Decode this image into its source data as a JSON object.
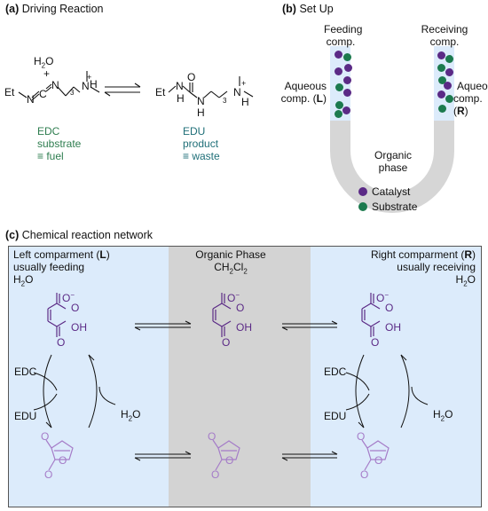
{
  "panel_a": {
    "tag": "(a)",
    "title": "Driving Reaction",
    "water": "H2O",
    "plus": "+",
    "edc_lines": [
      "EDC",
      "substrate",
      "≡ fuel"
    ],
    "edu_lines": [
      "EDU",
      "product",
      "≡ waste"
    ],
    "atoms": {
      "et": "Et",
      "n": "N",
      "c": "C",
      "o": "O",
      "h": "H",
      "three": "3",
      "plus_charge": "+"
    }
  },
  "panel_b": {
    "tag": "(b)",
    "title": "Set Up",
    "feeding": [
      "Feeding",
      "comp."
    ],
    "receiving": [
      "Receiving",
      "comp."
    ],
    "aqueous_left": [
      "Aqueous",
      "comp. (",
      "L",
      ")"
    ],
    "aqueous_right": [
      "Aqueous",
      "comp. (",
      "R",
      ")"
    ],
    "organic": [
      "Organic",
      "phase"
    ],
    "legend": [
      {
        "label": "Catalyst",
        "color": "#5b2a86"
      },
      {
        "label": "Substrate",
        "color": "#1c7a4e"
      }
    ]
  },
  "panel_c": {
    "tag": "(c)",
    "title": "Chemical reaction network",
    "left_header": [
      "Left comparment (",
      "L",
      ")",
      "usually feeding",
      "H2O"
    ],
    "middle_header": [
      "Organic Phase",
      "CH2Cl2"
    ],
    "right_header": [
      "Right comparment (",
      "R",
      ")",
      "usually receiving",
      "H2O"
    ],
    "edc": "EDC",
    "edu": "EDU",
    "water": "H2O",
    "colors": {
      "aqueous": "#dcebfb",
      "organic": "#d3d3d3",
      "acid": "#5b2a86",
      "anhydride": "#a57cc8"
    }
  }
}
